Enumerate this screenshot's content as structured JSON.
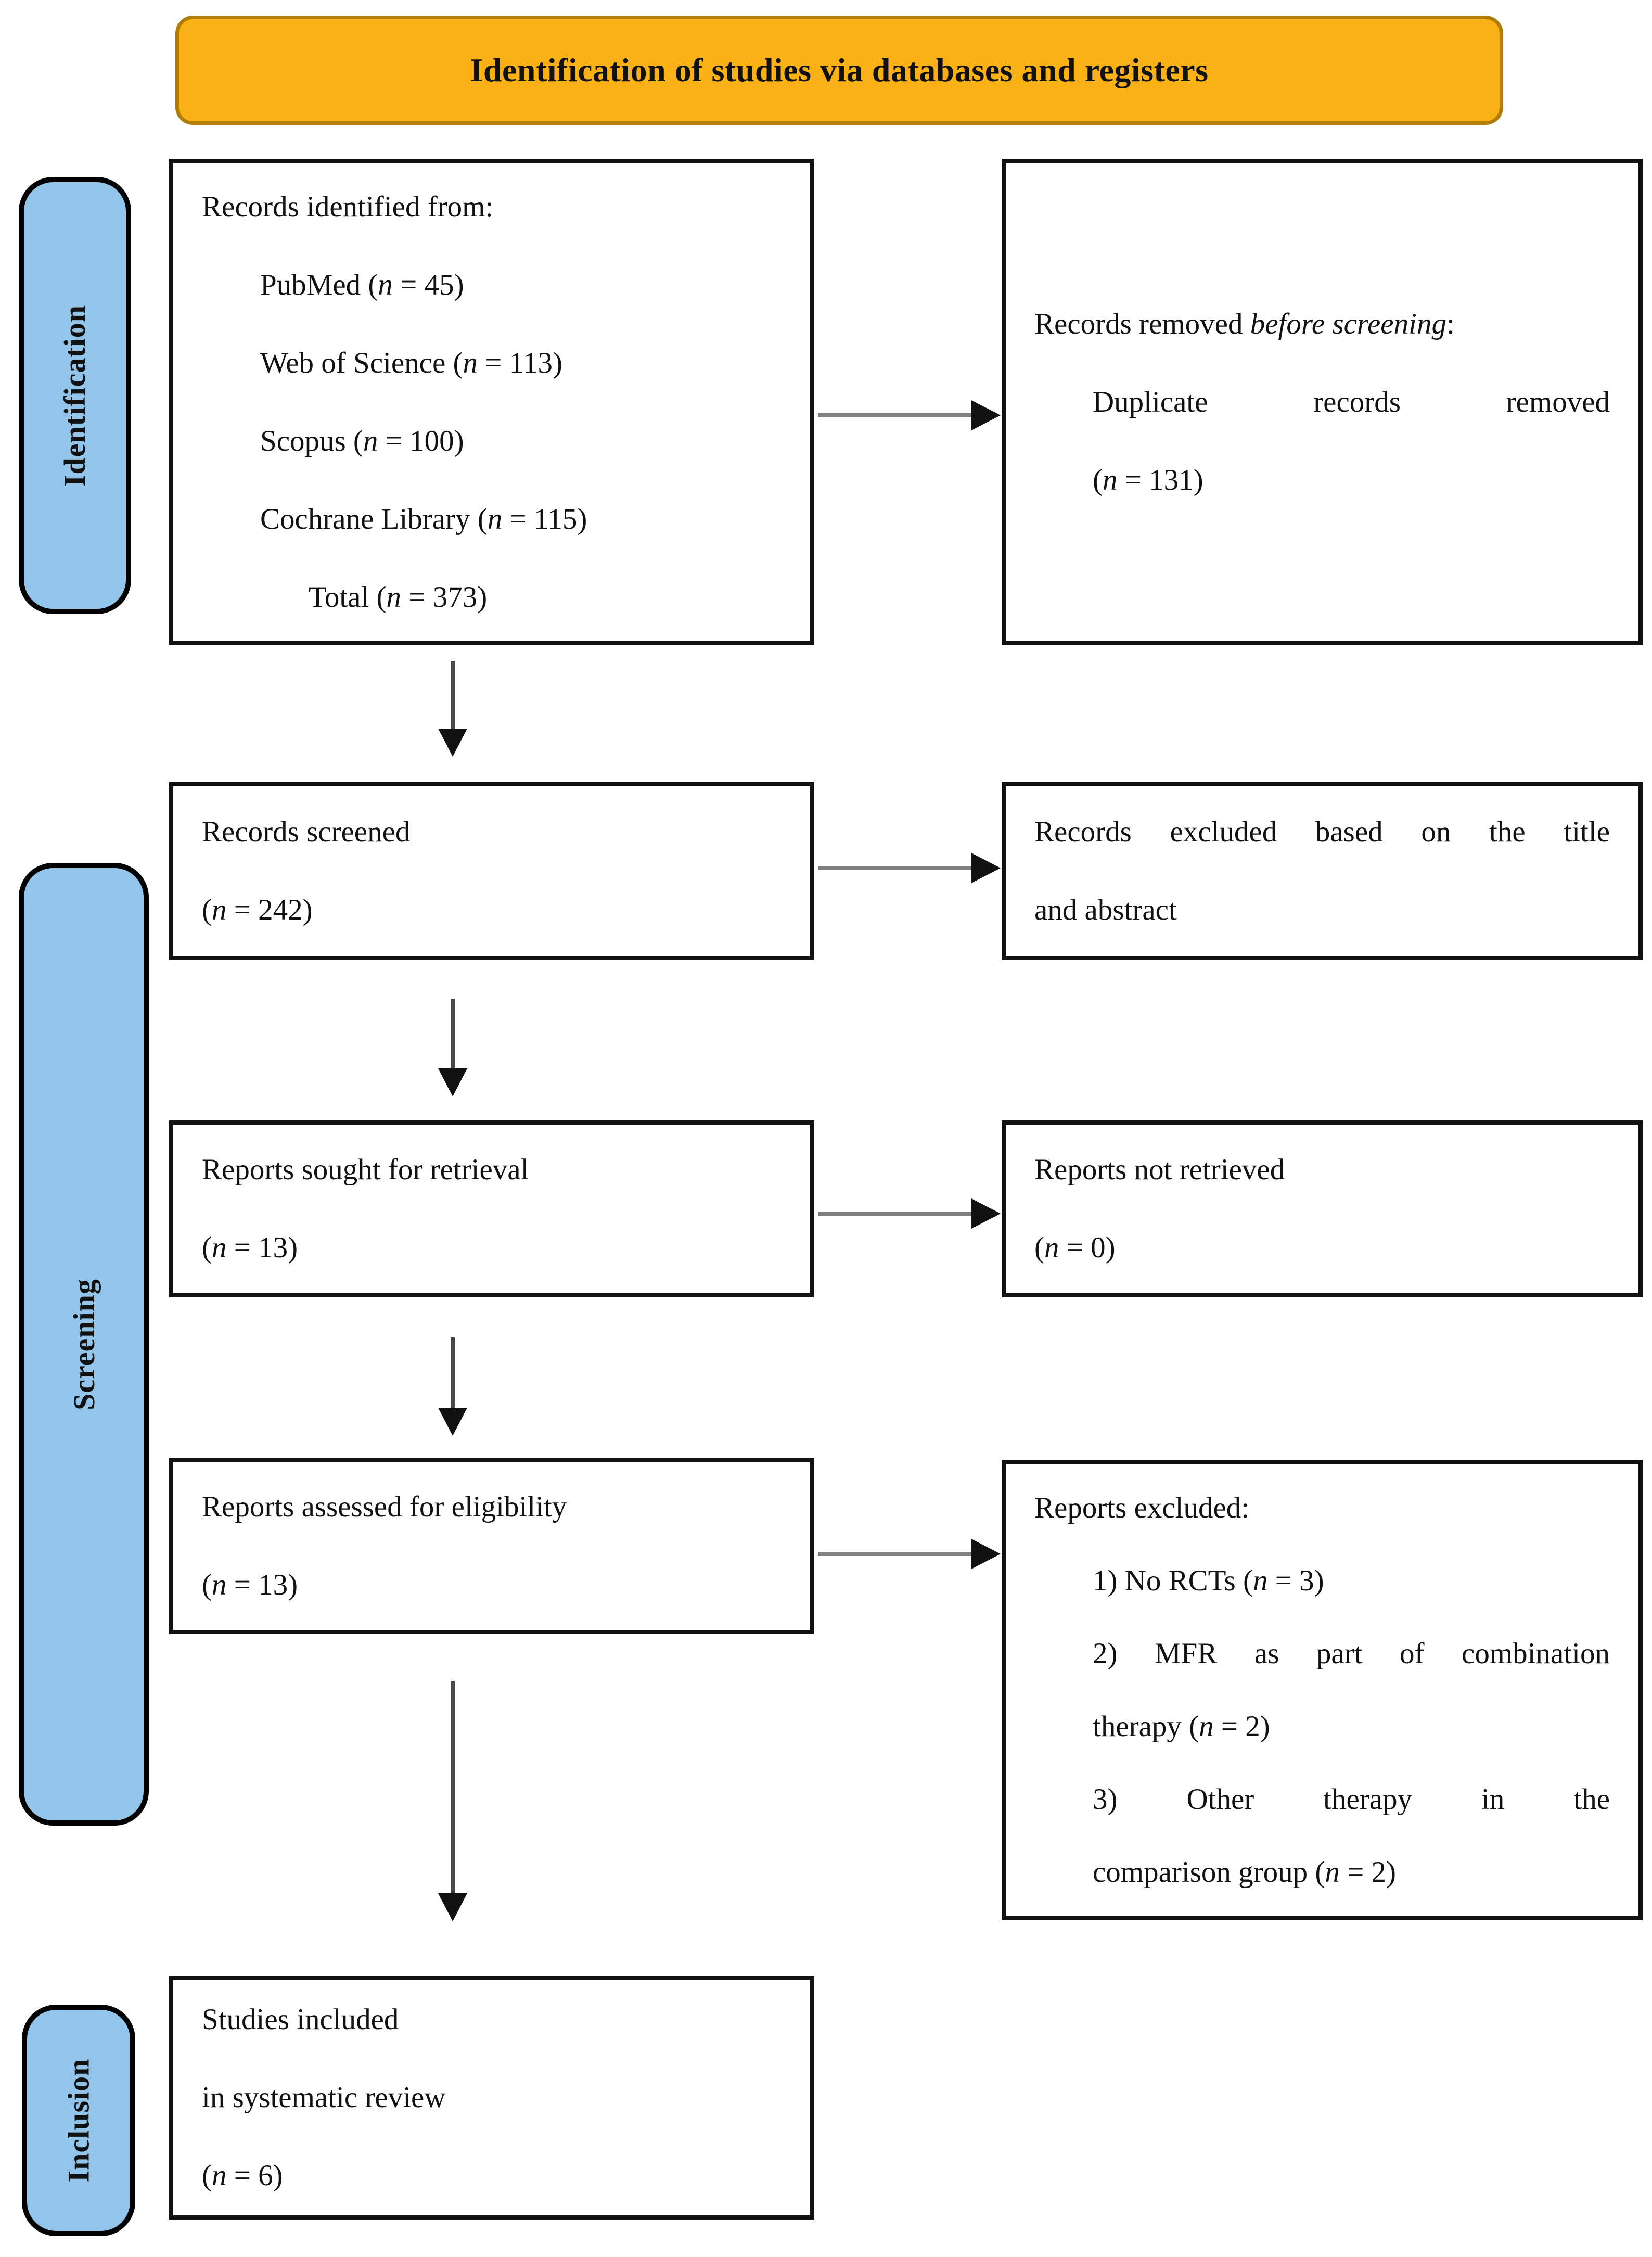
{
  "colors": {
    "banner_bg": "#F9B115",
    "banner_border": "#B07E06",
    "stage_bg": "#92C5E9",
    "box_border": "#111111",
    "arrow_line_horizontal": "#7F7F7F",
    "arrow_line_vertical": "#484848",
    "arrow_head": "#111111",
    "text": "#111111"
  },
  "banner": {
    "label": "Identification of studies via databases and registers"
  },
  "stages": [
    {
      "label": "Identification"
    },
    {
      "label": "Screening"
    },
    {
      "label": "Inclusion"
    }
  ],
  "boxes": {
    "records_identified": {
      "lines": [
        {
          "runs": [
            {
              "t": "Records identified from:"
            }
          ],
          "indent": 0
        },
        {
          "runs": [
            {
              "t": "PubMed ("
            },
            {
              "t": "n",
              "i": true
            },
            {
              "t": " = 45)"
            }
          ],
          "indent": 1
        },
        {
          "runs": [
            {
              "t": "Web of Science ("
            },
            {
              "t": "n",
              "i": true
            },
            {
              "t": " = 113)"
            }
          ],
          "indent": 1
        },
        {
          "runs": [
            {
              "t": "Scopus ("
            },
            {
              "t": "n",
              "i": true
            },
            {
              "t": " = 100)"
            }
          ],
          "indent": 1
        },
        {
          "runs": [
            {
              "t": "Cochrane Library ("
            },
            {
              "t": "n",
              "i": true
            },
            {
              "t": " = 115)"
            }
          ],
          "indent": 1
        },
        {
          "runs": [
            {
              "t": "Total ("
            },
            {
              "t": "n",
              "i": true
            },
            {
              "t": " = 373)"
            }
          ],
          "indent": 2
        }
      ]
    },
    "records_removed": {
      "lines": [
        {
          "runs": [
            {
              "t": "Records removed "
            },
            {
              "t": "before screening",
              "i": true
            },
            {
              "t": ":"
            }
          ],
          "indent": 0
        },
        {
          "runs": [
            {
              "t": "Duplicate records removed"
            }
          ],
          "indent": 1,
          "justify": true
        },
        {
          "runs": [
            {
              "t": "("
            },
            {
              "t": "n",
              "i": true
            },
            {
              "t": " = 131)"
            }
          ],
          "indent": 1
        }
      ]
    },
    "records_screened": {
      "lines": [
        {
          "runs": [
            {
              "t": "Records screened"
            }
          ],
          "indent": 0
        },
        {
          "runs": [
            {
              "t": "("
            },
            {
              "t": "n",
              "i": true
            },
            {
              "t": " = 242)"
            }
          ],
          "indent": 0
        }
      ]
    },
    "records_excluded": {
      "lines": [
        {
          "runs": [
            {
              "t": "Records excluded based on the title"
            }
          ],
          "indent": 0,
          "justify": true
        },
        {
          "runs": [
            {
              "t": "and abstract"
            }
          ],
          "indent": 0
        }
      ]
    },
    "reports_sought": {
      "lines": [
        {
          "runs": [
            {
              "t": "Reports sought for retrieval"
            }
          ],
          "indent": 0
        },
        {
          "runs": [
            {
              "t": "("
            },
            {
              "t": "n",
              "i": true
            },
            {
              "t": " = 13)"
            }
          ],
          "indent": 0
        }
      ]
    },
    "reports_not_retrieved": {
      "lines": [
        {
          "runs": [
            {
              "t": "Reports not retrieved"
            }
          ],
          "indent": 0
        },
        {
          "runs": [
            {
              "t": "("
            },
            {
              "t": "n",
              "i": true
            },
            {
              "t": " = 0)"
            }
          ],
          "indent": 0
        }
      ]
    },
    "reports_assessed": {
      "lines": [
        {
          "runs": [
            {
              "t": "Reports assessed for eligibility"
            }
          ],
          "indent": 0
        },
        {
          "runs": [
            {
              "t": "("
            },
            {
              "t": "n",
              "i": true
            },
            {
              "t": " = 13)"
            }
          ],
          "indent": 0
        }
      ]
    },
    "reports_excluded": {
      "lines": [
        {
          "runs": [
            {
              "t": "Reports excluded:"
            }
          ],
          "indent": 0
        },
        {
          "runs": [
            {
              "t": "1) No RCTs ("
            },
            {
              "t": "n",
              "i": true
            },
            {
              "t": " = 3)"
            }
          ],
          "indent": 1
        },
        {
          "runs": [
            {
              "t": "2) MFR as part of combination"
            }
          ],
          "indent": 1,
          "justify": true
        },
        {
          "runs": [
            {
              "t": "therapy ("
            },
            {
              "t": "n",
              "i": true
            },
            {
              "t": " = 2)"
            }
          ],
          "indent": 1
        },
        {
          "runs": [
            {
              "t": "3) Other therapy in the"
            }
          ],
          "indent": 1,
          "justify": true
        },
        {
          "runs": [
            {
              "t": "comparison group ("
            },
            {
              "t": "n",
              "i": true
            },
            {
              "t": " = 2)"
            }
          ],
          "indent": 1
        }
      ]
    },
    "studies_included": {
      "lines": [
        {
          "runs": [
            {
              "t": "Studies included"
            }
          ],
          "indent": 0
        },
        {
          "runs": [
            {
              "t": "in systematic review"
            }
          ],
          "indent": 0
        },
        {
          "runs": [
            {
              "t": "("
            },
            {
              "t": "n",
              "i": true
            },
            {
              "t": " = 6)"
            }
          ],
          "indent": 0
        }
      ]
    }
  }
}
